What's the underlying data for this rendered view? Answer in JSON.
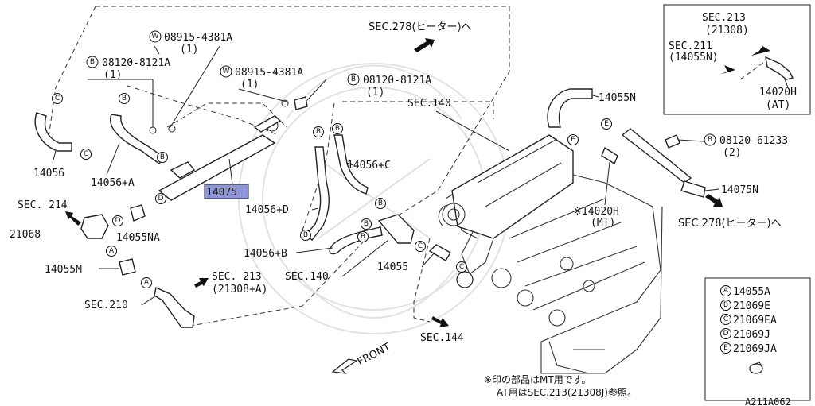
{
  "callouts": {
    "sec278_top": "SEC.278(ヒーター)へ",
    "sec278_right": "SEC.278(ヒーター)へ",
    "w_bolt_1": "08915-4381A",
    "w_bolt_1_qty": "(1)",
    "b_bolt_1": "08120-8121A",
    "b_bolt_1_qty": "(1)",
    "w_bolt_2": "08915-4381A",
    "w_bolt_2_qty": "(1)",
    "b_bolt_2": "08120-8121A",
    "b_bolt_2_qty": "(1)",
    "sec140_top": "SEC.140",
    "p14056": "14056",
    "p14056A": "14056+A",
    "p14075": "14075",
    "p14056C": "14056+C",
    "p14056D": "14056+D",
    "p14056B": "14056+B",
    "sec214": "SEC. 214",
    "p21068": "21068",
    "p14055NA": "14055NA",
    "p14055M": "14055M",
    "sec213_mid": "SEC. 213",
    "sec213_mid_sub": "(21308+A)",
    "sec210": "SEC.210",
    "sec140_mid": "SEC.140",
    "p14055": "14055",
    "sec144": "SEC.144",
    "p14055N": "14055N",
    "p14020H_mt": "※14020H",
    "p14020H_mt_sub": "(MT)",
    "b_bolt_3": "08120-61233",
    "b_bolt_3_qty": "(2)",
    "p14075N": "14075N",
    "front": "FRONT"
  },
  "inset": {
    "sec213": "SEC.213",
    "sec213_sub": "(21308)",
    "sec211": "SEC.211",
    "sec211_sub": "(14055N)",
    "p14020H": "14020H",
    "p14020H_sub": "(AT)"
  },
  "legend": [
    {
      "letter": "A",
      "part": "14055A"
    },
    {
      "letter": "B",
      "part": "21069E"
    },
    {
      "letter": "C",
      "part": "21069EA"
    },
    {
      "letter": "D",
      "part": "21069J"
    },
    {
      "letter": "E",
      "part": "21069JA"
    }
  ],
  "circle_letters": {
    "a": "A",
    "b": "B",
    "c": "C",
    "d": "D",
    "e": "E",
    "w": "W"
  },
  "notes": {
    "line1": "※印の部品はMT用です。",
    "line2": "AT用はSEC.213(21308J)参照。",
    "code": "A211A062"
  },
  "colors": {
    "highlight": "#8f96d8"
  }
}
